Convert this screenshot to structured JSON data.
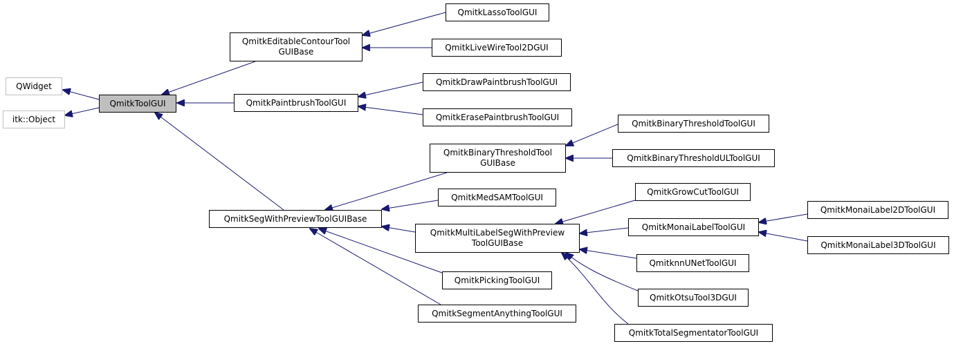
{
  "colors": {
    "edge": "#191970",
    "border": "#000000",
    "external_border": "#bfbfbf",
    "current_fill": "#bfbfbf"
  },
  "nodes": [
    {
      "id": "qwidget",
      "label": "QWidget",
      "kind": "external"
    },
    {
      "id": "itkobject",
      "label": "itk::Object",
      "kind": "external"
    },
    {
      "id": "toolgui",
      "label": "QmitkToolGUI",
      "kind": "current"
    },
    {
      "id": "editable",
      "label": "QmitkEditableContourTool\nGUIBase",
      "kind": "class"
    },
    {
      "id": "lasso",
      "label": "QmitkLassoToolGUI",
      "kind": "class"
    },
    {
      "id": "livewire",
      "label": "QmitkLiveWireTool2DGUI",
      "kind": "class"
    },
    {
      "id": "paintbrush",
      "label": "QmitkPaintbrushToolGUI",
      "kind": "class"
    },
    {
      "id": "drawpaint",
      "label": "QmitkDrawPaintbrushToolGUI",
      "kind": "class"
    },
    {
      "id": "erasepaint",
      "label": "QmitkErasePaintbrushToolGUI",
      "kind": "class"
    },
    {
      "id": "segpreview",
      "label": "QmitkSegWithPreviewToolGUIBase",
      "kind": "class"
    },
    {
      "id": "binthreshbase",
      "label": "QmitkBinaryThresholdTool\nGUIBase",
      "kind": "class"
    },
    {
      "id": "binthresh",
      "label": "QmitkBinaryThresholdToolGUI",
      "kind": "class"
    },
    {
      "id": "binthreshul",
      "label": "QmitkBinaryThresholdULToolGUI",
      "kind": "class"
    },
    {
      "id": "medsam",
      "label": "QmitkMedSAMToolGUI",
      "kind": "class"
    },
    {
      "id": "multilabel",
      "label": "QmitkMultiLabelSegWithPreview\nToolGUIBase",
      "kind": "class"
    },
    {
      "id": "growcut",
      "label": "QmitkGrowCutToolGUI",
      "kind": "class"
    },
    {
      "id": "monailabel",
      "label": "QmitkMonaiLabelToolGUI",
      "kind": "class"
    },
    {
      "id": "monai2d",
      "label": "QmitkMonaiLabel2DToolGUI",
      "kind": "class"
    },
    {
      "id": "monai3d",
      "label": "QmitkMonaiLabel3DToolGUI",
      "kind": "class"
    },
    {
      "id": "knnunet",
      "label": "QmitknnUNetToolGUI",
      "kind": "class"
    },
    {
      "id": "otsu",
      "label": "QmitkOtsuTool3DGUI",
      "kind": "class"
    },
    {
      "id": "totalseg",
      "label": "QmitkTotalSegmentatorToolGUI",
      "kind": "class"
    },
    {
      "id": "picking",
      "label": "QmitkPickingToolGUI",
      "kind": "class"
    },
    {
      "id": "segany",
      "label": "QmitkSegmentAnythingToolGUI",
      "kind": "class"
    }
  ],
  "edges": [
    {
      "from": "toolgui",
      "to": "qwidget"
    },
    {
      "from": "toolgui",
      "to": "itkobject"
    },
    {
      "from": "editable",
      "to": "toolgui"
    },
    {
      "from": "paintbrush",
      "to": "toolgui"
    },
    {
      "from": "segpreview",
      "to": "toolgui"
    },
    {
      "from": "lasso",
      "to": "editable"
    },
    {
      "from": "livewire",
      "to": "editable"
    },
    {
      "from": "drawpaint",
      "to": "paintbrush"
    },
    {
      "from": "erasepaint",
      "to": "paintbrush"
    },
    {
      "from": "binthreshbase",
      "to": "segpreview"
    },
    {
      "from": "medsam",
      "to": "segpreview"
    },
    {
      "from": "multilabel",
      "to": "segpreview"
    },
    {
      "from": "picking",
      "to": "segpreview"
    },
    {
      "from": "segany",
      "to": "segpreview"
    },
    {
      "from": "binthresh",
      "to": "binthreshbase"
    },
    {
      "from": "binthreshul",
      "to": "binthreshbase"
    },
    {
      "from": "growcut",
      "to": "multilabel"
    },
    {
      "from": "monailabel",
      "to": "multilabel"
    },
    {
      "from": "knnunet",
      "to": "multilabel"
    },
    {
      "from": "otsu",
      "to": "multilabel"
    },
    {
      "from": "totalseg",
      "to": "multilabel"
    },
    {
      "from": "monai2d",
      "to": "monailabel"
    },
    {
      "from": "monai3d",
      "to": "monailabel"
    }
  ]
}
